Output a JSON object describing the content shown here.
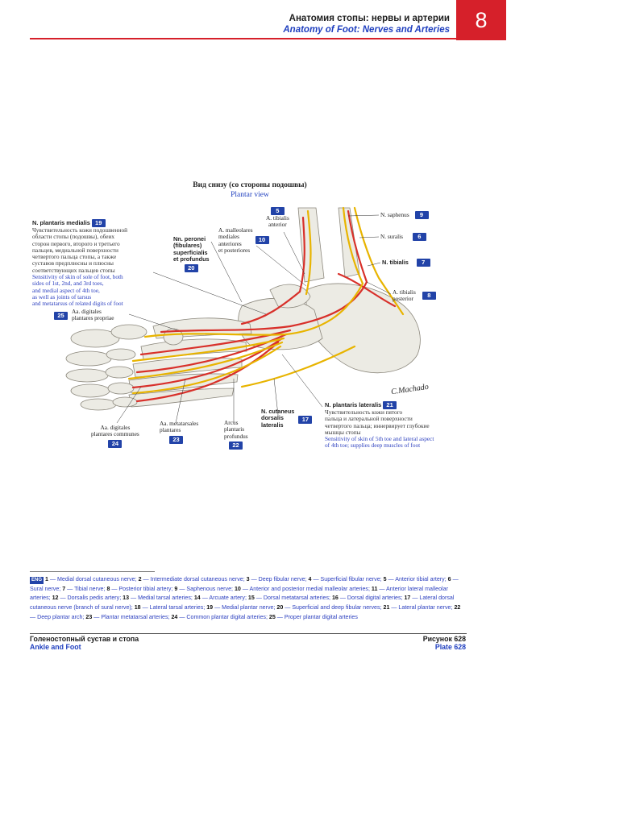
{
  "header": {
    "title_ru": "Анатомия стопы: нервы и артерии",
    "title_en": "Anatomy of Foot: Nerves and Arteries",
    "chapter": "8"
  },
  "figure": {
    "title_ru": "Вид снизу (со стороны подошвы)",
    "title_en": "Plantar view",
    "signature": "C.Machado",
    "labels": {
      "n_plantaris_medialis": {
        "name": "N. plantaris medialis",
        "num": "19",
        "ru": [
          "Чувствительность кожи подошвенной",
          "области стопы (подошвы), обеих",
          "сторон первого, второго и третьего",
          "пальцев, медиальной поверхности",
          "четвертого пальца стопы, а также",
          "суставов предплюсны и плюсны",
          "соответствующих пальцев стопы"
        ],
        "en": [
          "Sensitivity of skin of sole of foot, both",
          "sides of 1st, 2nd, and 3rd toes,",
          "and medial aspect of 4th toe,",
          "as well as joints of tarsus",
          "and metatarsus of related digits of foot"
        ]
      },
      "aa_digitales_propriae": {
        "lines": [
          "Aa. digitales",
          "plantares propriae"
        ],
        "num": "25"
      },
      "nn_peronei": {
        "lines": [
          "Nn. peronei",
          "(fibulares)",
          "superficialis",
          "et profundus"
        ],
        "num": "20"
      },
      "a_malleolares": {
        "lines": [
          "A. malleolares",
          "mediales",
          "anteriores",
          "et posteriores"
        ],
        "num": "10"
      },
      "a_tibialis_anterior": {
        "lines": [
          "A. tibialis",
          "anterior"
        ],
        "num": "5"
      },
      "n_saphenus": {
        "name": "N. saphenus",
        "num": "9"
      },
      "n_suralis": {
        "name": "N. suralis",
        "num": "6"
      },
      "n_tibialis": {
        "name": "N. tibialis",
        "num": "7"
      },
      "a_tibialis_posterior": {
        "lines": [
          "A. tibialis",
          "posterior"
        ],
        "num": "8"
      },
      "n_plantaris_lateralis": {
        "name": "N. plantaris lateralis",
        "num": "21",
        "ru": [
          "Чувствительность кожи пятого",
          "пальца и латеральной поверхности",
          "четвертого пальца; иннервирует глубокие",
          "мышцы стопы"
        ],
        "en": [
          "Sensitivity of skin of 5th toe and lateral aspect",
          "of 4th toe; supplies deep muscles of foot"
        ]
      },
      "n_cutaneus": {
        "lines": [
          "N. cutaneus",
          "dorsalis",
          "lateralis"
        ],
        "num": "17"
      },
      "arcus_plantaris": {
        "lines": [
          "Arcus",
          "plantaris",
          "profundus"
        ],
        "num": "22"
      },
      "aa_metatarsales": {
        "lines": [
          "Aa. metatarsales",
          "plantares"
        ],
        "num": "23"
      },
      "aa_digitales_communes": {
        "lines": [
          "Aa. digitales",
          "plantares communes"
        ],
        "num": "24"
      }
    }
  },
  "legend": {
    "tag": "ENG",
    "items": [
      {
        "n": "1",
        "t": "Medial dorsal cutaneous nerve;"
      },
      {
        "n": "2",
        "t": "Intermediate dorsal cutaneous nerve;"
      },
      {
        "n": "3",
        "t": "Deep fibular nerve;"
      },
      {
        "n": "4",
        "t": "Superficial fibular nerve;"
      },
      {
        "n": "5",
        "t": "Anterior tibial artery;"
      },
      {
        "n": "6",
        "t": "Sural nerve;"
      },
      {
        "n": "7",
        "t": "Tibial nerve;"
      },
      {
        "n": "8",
        "t": "Posterior tibial artery;"
      },
      {
        "n": "9",
        "t": "Saphenous nerve;"
      },
      {
        "n": "10",
        "t": "Anterior and posterior medial malleolar arteries;"
      },
      {
        "n": "11",
        "t": "Anterior lateral malleolar arteries;"
      },
      {
        "n": "12",
        "t": "Dorsalis pedis artery;"
      },
      {
        "n": "13",
        "t": "Medial tarsal arteries;"
      },
      {
        "n": "14",
        "t": "Arcuate artery;"
      },
      {
        "n": "15",
        "t": "Dorsal metatarsal arteries;"
      },
      {
        "n": "16",
        "t": "Dorsal digital arteries;"
      },
      {
        "n": "17",
        "t": "Lateral dorsal cutaneous nerve (branch of sural nerve);"
      },
      {
        "n": "18",
        "t": "Lateral tarsal arteries;"
      },
      {
        "n": "19",
        "t": "Medial plantar nerve;"
      },
      {
        "n": "20",
        "t": "Superficial and deep fibular nerves;"
      },
      {
        "n": "21",
        "t": "Lateral plantar nerve;"
      },
      {
        "n": "22",
        "t": "Deep plantar arch;"
      },
      {
        "n": "23",
        "t": "Plantar metatarsal arteries;"
      },
      {
        "n": "24",
        "t": "Common plantar digital arteries;"
      },
      {
        "n": "25",
        "t": "Proper plantar digital arteries"
      }
    ]
  },
  "footer": {
    "left_ru": "Голеностопный сустав и стопа",
    "left_en": "Ankle and Foot",
    "right_ru": "Рисунок 628",
    "right_en": "Plate 628"
  },
  "colors": {
    "accent_red": "#d6202a",
    "accent_blue": "#2243a8",
    "nerve": "#e8b400",
    "artery": "#d8302a",
    "bone": "#eceae2"
  }
}
